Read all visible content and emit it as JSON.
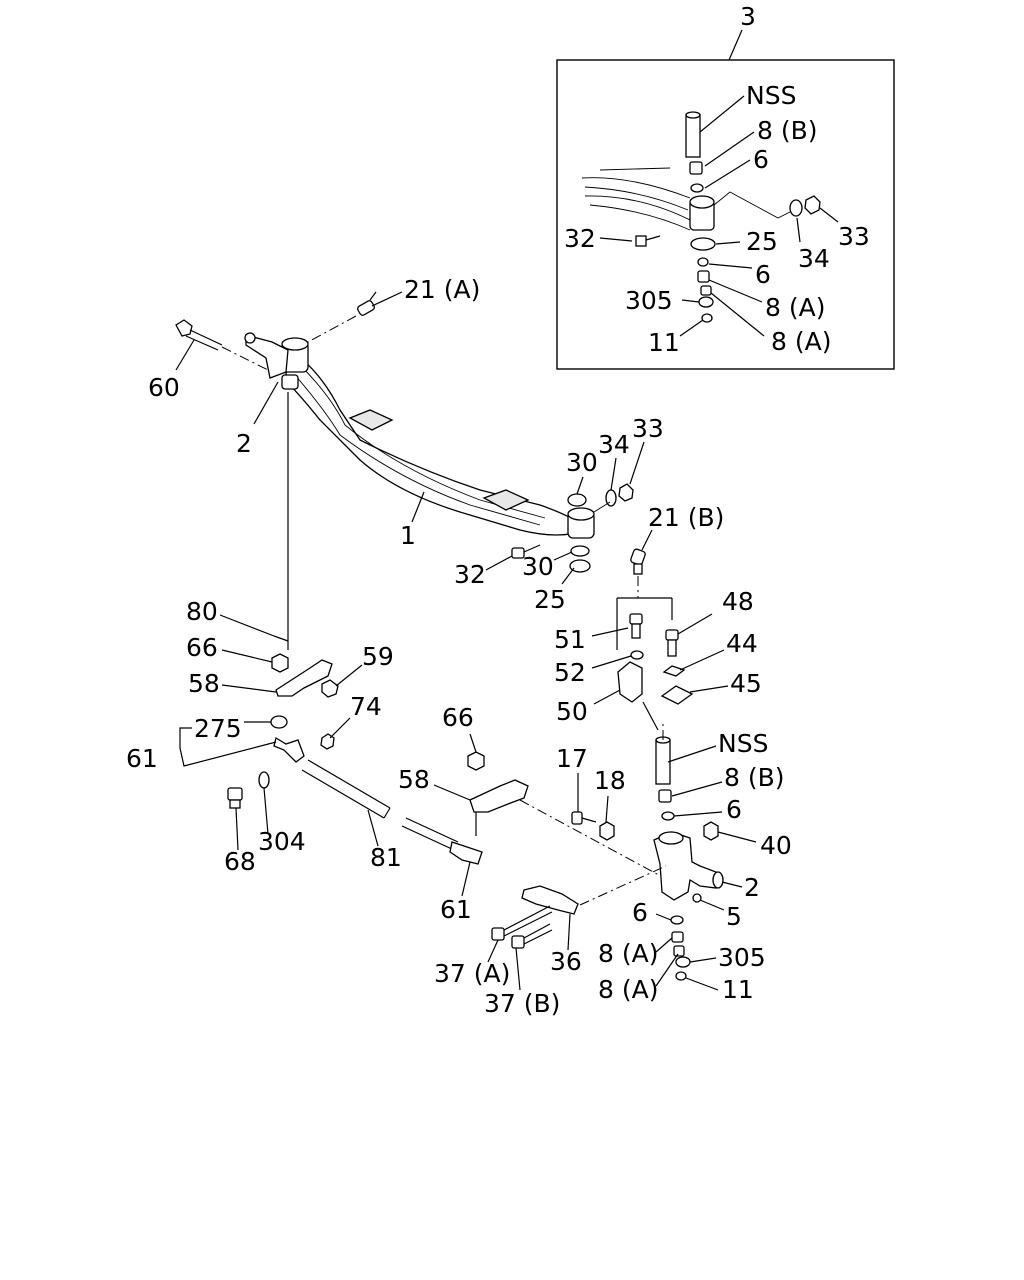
{
  "inset": {
    "title": "3",
    "labels": {
      "nss": "NSS",
      "l8b": "8 (B)",
      "l6a": "6",
      "l32": "32",
      "l25": "25",
      "l34": "34",
      "l33": "33",
      "l6b": "6",
      "l305": "305",
      "l8a1": "8 (A)",
      "l11": "11",
      "l8a2": "8 (A)"
    }
  },
  "main": {
    "labels": {
      "l21a": "21 (A)",
      "l60": "60",
      "l2a": "2",
      "l1": "1",
      "l30a": "30",
      "l34": "34",
      "l33": "33",
      "l32": "32",
      "l30b": "30",
      "l25": "25",
      "l21b": "21 (B)",
      "l80": "80",
      "l66a": "66",
      "l58a": "58",
      "l59": "59",
      "l275": "275",
      "l61a": "61",
      "l74": "74",
      "l304": "304",
      "l68": "68",
      "l81": "81",
      "l51": "51",
      "l48": "48",
      "l52": "52",
      "l44": "44",
      "l45": "45",
      "l50": "50",
      "l66b": "66",
      "l58b": "58",
      "l17": "17",
      "l18": "18",
      "lnss": "NSS",
      "l8b": "8 (B)",
      "l6a": "6",
      "l40": "40",
      "l2b": "2",
      "l5": "5",
      "l61b": "61",
      "l6b": "6",
      "l8a1": "8 (A)",
      "l305": "305",
      "l8a2": "8 (A)",
      "l11": "11",
      "l36": "36",
      "l37a": "37 (A)",
      "l37b": "37 (B)"
    }
  }
}
